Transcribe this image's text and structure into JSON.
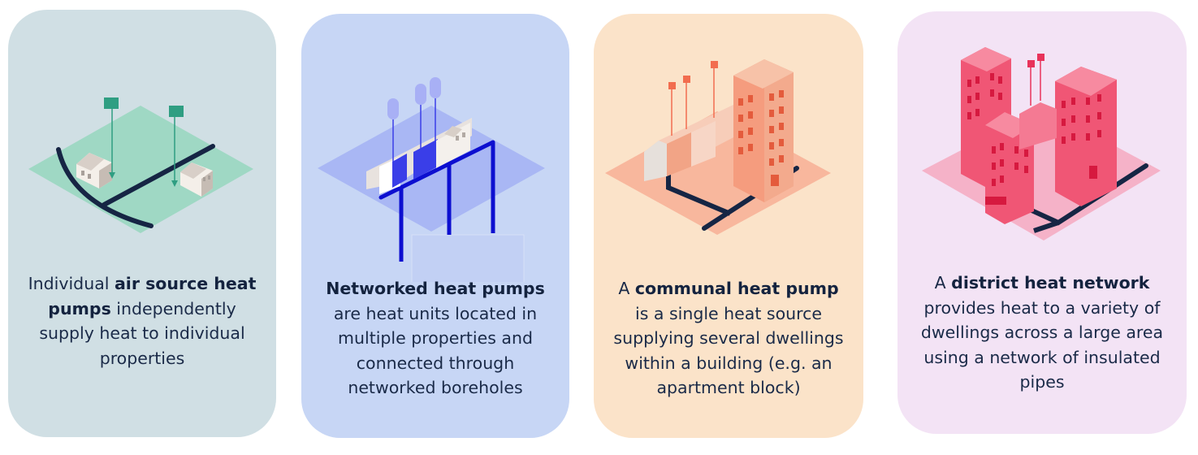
{
  "colors": {
    "card1_bg": "#d0dfe4",
    "card2_bg": "#c7d6f5",
    "card3_bg": "#fbe3c9",
    "card4_bg": "#f3e3f5",
    "text": "#1a2a48",
    "pipe": "#162544"
  },
  "cards": [
    {
      "illustration": "individual-houses-with-air-source-heat-pumps",
      "caption": {
        "pre": "Individual ",
        "bold": "air source heat pumps",
        "post": " independently supply heat to individual properties"
      }
    },
    {
      "illustration": "terraced-houses-with-networked-boreholes",
      "caption": {
        "pre": "",
        "bold": "Networked heat pumps",
        "post": " are heat units located in multiple properties and connected through networked boreholes"
      }
    },
    {
      "illustration": "apartment-block-with-communal-heat-pump",
      "caption": {
        "pre": "A ",
        "bold": "communal heat pump",
        "post": " is a single heat source supplying several dwellings within a building (e.g. an apartment block)"
      }
    },
    {
      "illustration": "district-heat-network-of-buildings",
      "caption": {
        "pre": "A ",
        "bold": "district heat network",
        "post": " provides heat to a variety of dwellings across a large area using a network of insulated pipes"
      }
    }
  ]
}
